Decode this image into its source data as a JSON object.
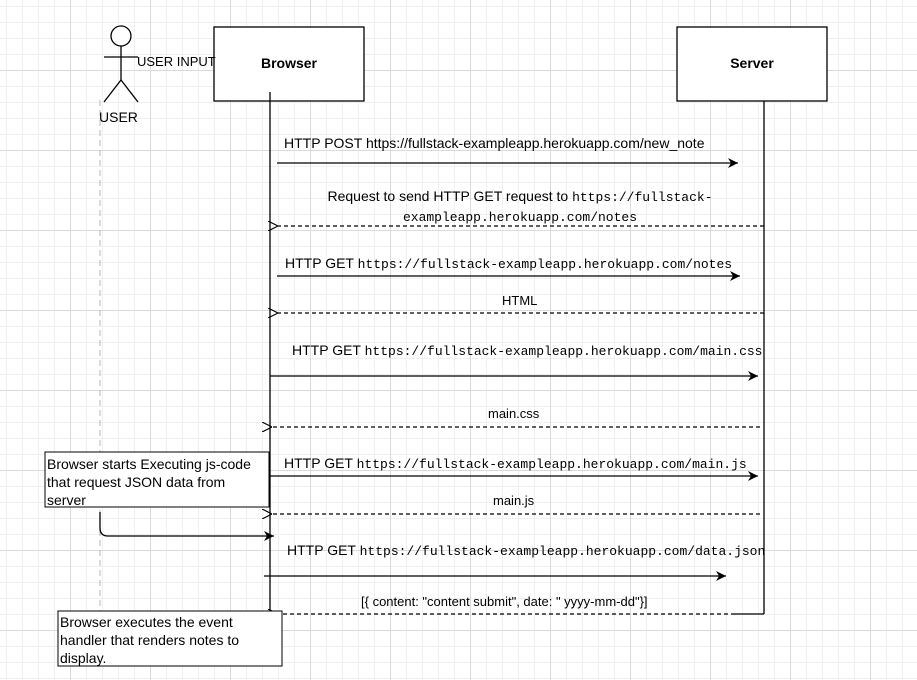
{
  "actors": {
    "user": "USER",
    "browser": "Browser",
    "server": "Server"
  },
  "user_input_label": "USER INPUT",
  "messages": [
    {
      "prefix": "HTTP POST ",
      "url": "https://fullstack-exampleapp.herokuapp.com/new_note"
    },
    {
      "line1_prefix": "Request to send  HTTP GET request to ",
      "line1_url": "https://fullstack-",
      "line2_url": "exampleapp.herokuapp.com/notes"
    },
    {
      "prefix": "HTTP GET ",
      "url": "https://fullstack-exampleapp.herokuapp.com/notes"
    },
    {
      "text": "HTML"
    },
    {
      "prefix": "HTTP GET ",
      "url": "https://fullstack-exampleapp.herokuapp.com/main.css"
    },
    {
      "text": "main.css"
    },
    {
      "prefix": "HTTP GET ",
      "url": "https://fullstack-exampleapp.herokuapp.com/main.js"
    },
    {
      "text": "main.js"
    },
    {
      "prefix": "HTTP GET ",
      "url": "https://fullstack-exampleapp.herokuapp.com/data.json"
    },
    {
      "text": "[{ content:  \"content submit\", date: \" yyyy-mm-dd\"}]"
    }
  ],
  "notes": {
    "js_exec": "Browser starts Executing js-code that request JSON data from server",
    "event_handler": "Browser executes the event handler that renders notes to display."
  }
}
